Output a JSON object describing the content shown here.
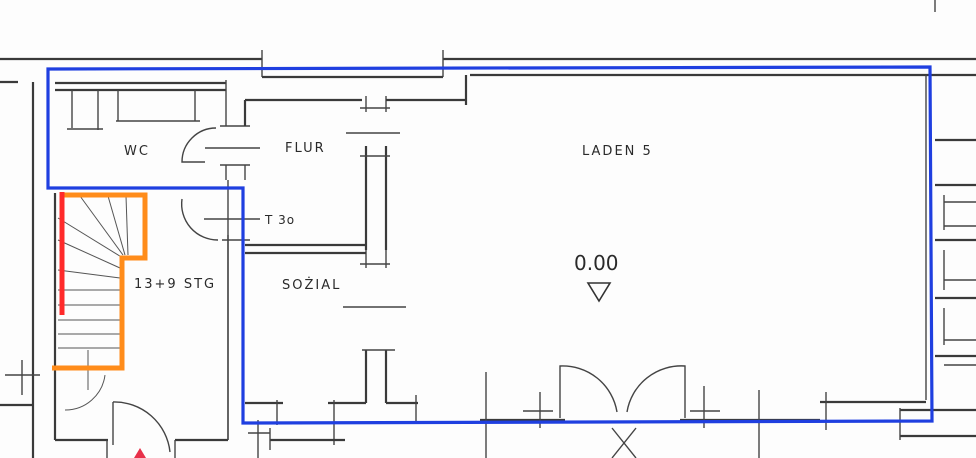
{
  "plan": {
    "rooms": [
      {
        "id": "wc",
        "label": "WC"
      },
      {
        "id": "flur",
        "label": "FLUR"
      },
      {
        "id": "laden",
        "label": "LADEN 5"
      },
      {
        "id": "sozial",
        "label": "SOŻIAL"
      },
      {
        "id": "stair",
        "label": "13+9 STG"
      }
    ],
    "door_tag": "T 3o",
    "level": {
      "value": "0.00",
      "marker": "level-triangle"
    },
    "colors": {
      "outline": "#1f3fe0",
      "stair_outline": "#ff8c1a",
      "stair_edge": "#ff2a2a",
      "walls": "#3a3a3a",
      "entrance_marker": "#e8304a"
    }
  }
}
